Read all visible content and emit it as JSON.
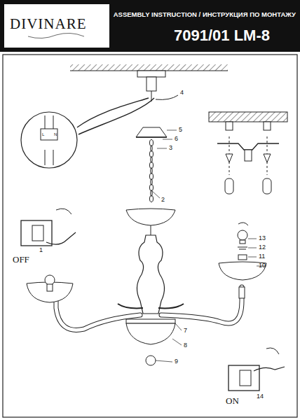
{
  "diagram": {
    "title": "7091/01 LM-8",
    "labels": [
      "DIVINARE",
      "ASSEMBLY INSTRUCTION / ИНСТРУКЦИЯ ПО МОНТАЖУ",
      "L",
      "N",
      "4",
      "5",
      "6",
      "3",
      "2",
      "1",
      "OFF",
      "13",
      "12",
      "11",
      "10",
      "7",
      "8",
      "9",
      "14",
      "ON"
    ]
  }
}
